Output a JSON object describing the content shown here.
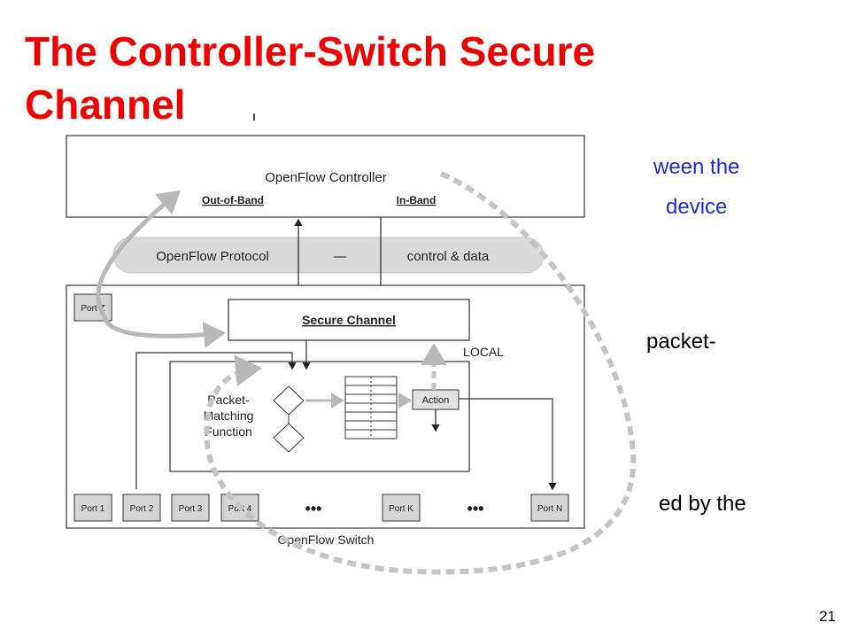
{
  "slide": {
    "title": "The Controller-Switch Secure Channel",
    "page_number": "21",
    "bullet_fragments": [
      "ween the",
      "device",
      "packet-",
      "ed by the"
    ]
  },
  "diagram": {
    "controller_label": "OpenFlow Controller",
    "out_of_band_label": "Out-of-Band",
    "in_band_label": "In-Band",
    "protocol_label": "OpenFlow Protocol",
    "protocol_dash": "—",
    "protocol_scope": "control & data",
    "secure_channel_label": "Secure Channel",
    "local_label": "LOCAL",
    "pmf_line1": "Packet-",
    "pmf_line2": "Matching",
    "pmf_line3": "Function",
    "action_label": "Action",
    "port_z": "Port Z",
    "ports": [
      "Port 1",
      "Port 2",
      "Port 3",
      "Port 4"
    ],
    "port_k": "Port K",
    "port_n": "Port N",
    "ellipsis": "•••",
    "switch_label": "OpenFlow Switch"
  },
  "colors": {
    "title": "#ee0000",
    "blue_text": "#1f2bd0",
    "arrow_gray": "#b8b8b8",
    "port_fill": "#d4d4d4"
  }
}
